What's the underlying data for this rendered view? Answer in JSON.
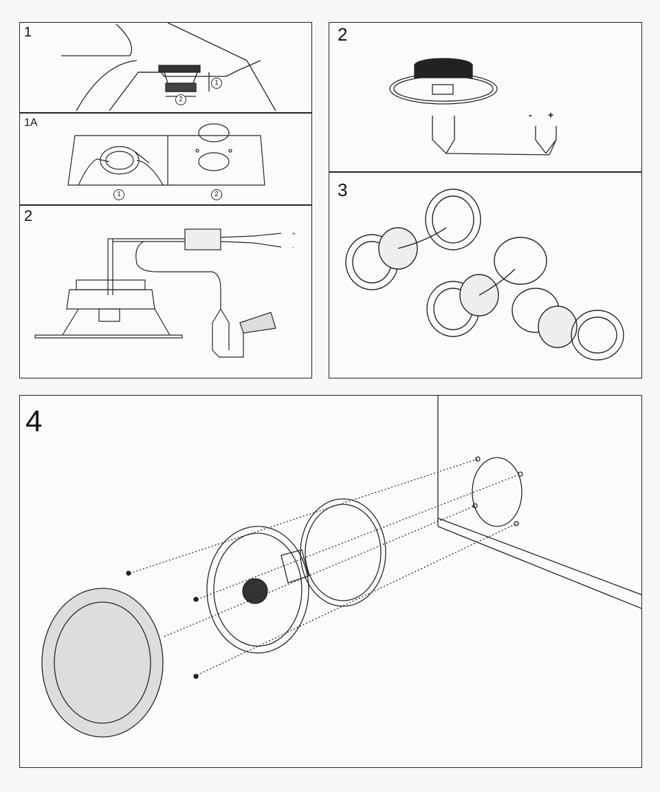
{
  "panels": {
    "p1": {
      "label": "1"
    },
    "p1a": {
      "label": "1A"
    },
    "p2l": {
      "label": "2"
    },
    "p2r": {
      "label": "2"
    },
    "p3": {
      "label": "3"
    },
    "p4": {
      "label": "4"
    }
  },
  "callouts": {
    "p1_c1": "1",
    "p1_c2": "2",
    "p1a_c1": "1",
    "p1a_c2": "2"
  },
  "polarity": {
    "minus": "-",
    "plus": "+",
    "p2l_plus": "+",
    "p2l_minus": "-"
  }
}
